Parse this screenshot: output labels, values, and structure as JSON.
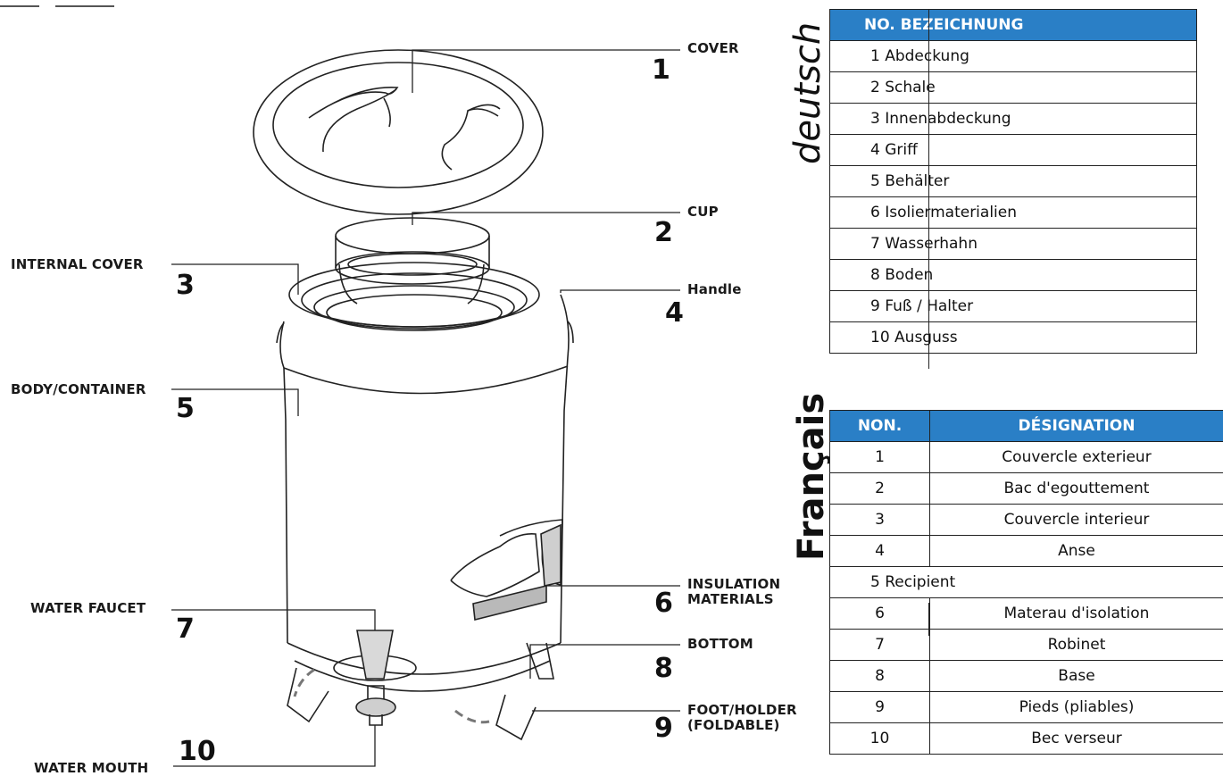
{
  "callouts": [
    {
      "id": 1,
      "label": "COVER",
      "number": "1"
    },
    {
      "id": 2,
      "label": "CUP",
      "number": "2"
    },
    {
      "id": 3,
      "label": "INTERNAL COVER",
      "number": "3"
    },
    {
      "id": 4,
      "label": "Handle",
      "number": "4"
    },
    {
      "id": 5,
      "label": "BODY/CONTAINER",
      "number": "5"
    },
    {
      "id": 6,
      "label": "INSULATION\nMATERIALS",
      "number": "6"
    },
    {
      "id": 7,
      "label": "WATER FAUCET",
      "number": "7"
    },
    {
      "id": 8,
      "label": "BOTTOM",
      "number": "8"
    },
    {
      "id": 9,
      "label": "FOOT/HOLDER\n(FOLDABLE)",
      "number": "9"
    },
    {
      "id": 10,
      "label": "WATER MOUTH",
      "number": "10"
    }
  ],
  "german": {
    "side_label": "deutsch",
    "header": "NO. BEZEICHNUNG",
    "rows": [
      "1 Abdeckung",
      "2 Schale",
      "3 Innenabdeckung",
      "4 Griff",
      "5 Behälter",
      "6 Isoliermaterialien",
      "7 Wasserhahn",
      "8 Boden",
      "9 Fuß / Halter",
      "10 Ausguss"
    ]
  },
  "french": {
    "side_label": "Français",
    "headers": [
      "NON.",
      "DÉSIGNATION"
    ],
    "rows": [
      [
        "1",
        "Couvercle exterieur"
      ],
      [
        "2",
        "Bac d'egouttement"
      ],
      [
        "3",
        "Couvercle interieur"
      ],
      [
        "4",
        "Anse"
      ],
      [
        "5 Recipient",
        ""
      ],
      [
        "6",
        "Materau d'isolation"
      ],
      [
        "7",
        "Robinet"
      ],
      [
        "8",
        "Base"
      ],
      [
        "9",
        "Pieds (pliables)"
      ],
      [
        "10",
        "Bec verseur"
      ]
    ]
  },
  "colors": {
    "table_header_bg": "#2a7fc6",
    "table_header_text": "#ffffff",
    "lines": "#222222"
  }
}
